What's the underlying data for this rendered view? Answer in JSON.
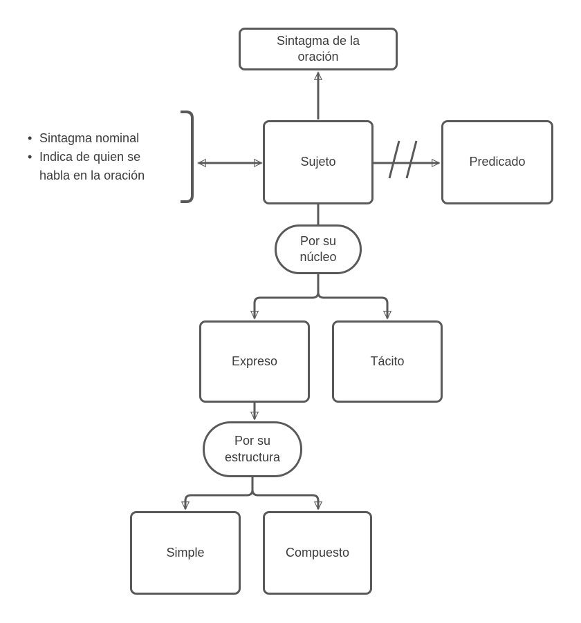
{
  "diagram": {
    "type": "flowchart",
    "language": "es",
    "colors": {
      "stroke": "#595959",
      "text": "#3c3c3c",
      "background": "#ffffff"
    },
    "nodes": {
      "sintagma_oracion": {
        "label": "Sintagma de la oración",
        "shape": "rounded-rectangle"
      },
      "sujeto": {
        "label": "Sujeto",
        "shape": "rounded-rectangle"
      },
      "predicado": {
        "label": "Predicado",
        "shape": "rounded-rectangle"
      },
      "por_su_nucleo": {
        "label": "Por su núcleo",
        "shape": "pill"
      },
      "expreso": {
        "label": "Expreso",
        "shape": "rounded-rectangle"
      },
      "tacito": {
        "label": "Tácito",
        "shape": "rounded-rectangle"
      },
      "por_su_estructura": {
        "label": "Por su estructura",
        "shape": "pill"
      },
      "simple": {
        "label": "Simple",
        "shape": "rounded-rectangle"
      },
      "compuesto": {
        "label": "Compuesto",
        "shape": "rounded-rectangle"
      }
    },
    "annotation": {
      "bullets": [
        "Sintagma nominal",
        "Indica de quien se habla en la oración"
      ]
    },
    "edges": [
      {
        "from": "sujeto",
        "to": "sintagma_oracion",
        "style": "arrow"
      },
      {
        "from": "sujeto",
        "to": "annotation_bracket",
        "style": "double-headed-arrow"
      },
      {
        "from": "sujeto",
        "to": "predicado",
        "style": "arrow-with-double-slash"
      },
      {
        "from": "sujeto",
        "to": "por_su_nucleo",
        "style": "line"
      },
      {
        "from": "por_su_nucleo",
        "to": "expreso",
        "style": "arrow"
      },
      {
        "from": "por_su_nucleo",
        "to": "tacito",
        "style": "arrow"
      },
      {
        "from": "expreso",
        "to": "por_su_estructura",
        "style": "arrow"
      },
      {
        "from": "por_su_estructura",
        "to": "simple",
        "style": "arrow"
      },
      {
        "from": "por_su_estructura",
        "to": "compuesto",
        "style": "arrow"
      }
    ]
  }
}
